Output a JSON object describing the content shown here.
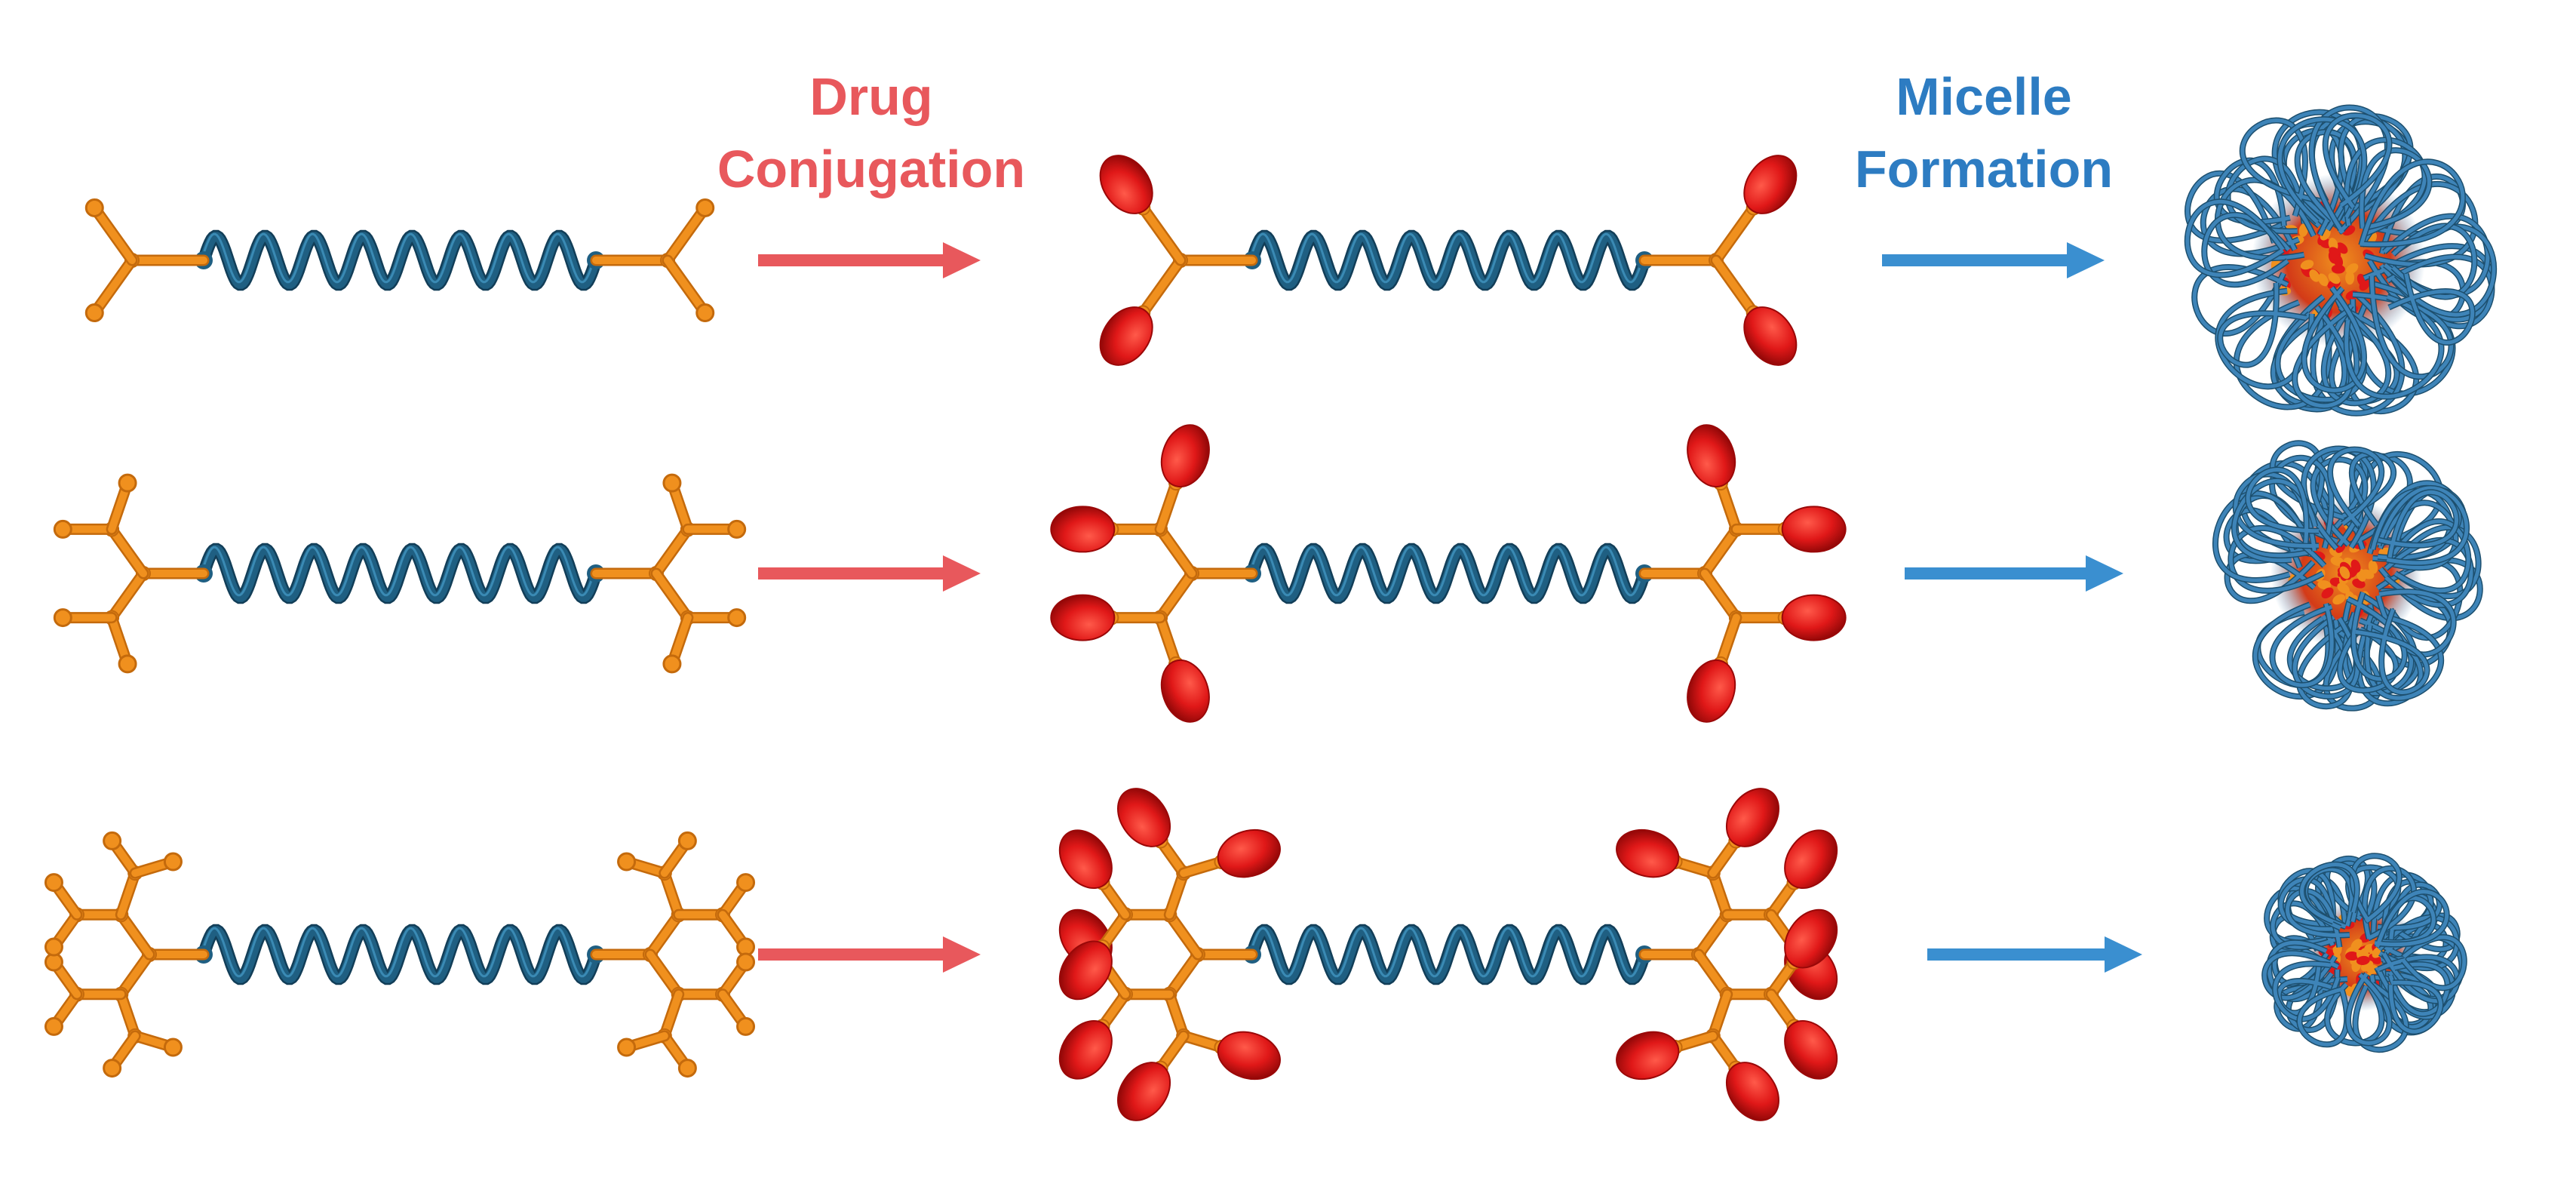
{
  "labels": {
    "drug_conjugation": {
      "line1": "Drug",
      "line2": "Conjugation",
      "color": "#e8585c"
    },
    "micelle_formation": {
      "line1": "Micelle",
      "line2": "Formation",
      "color": "#2d7cc2"
    }
  },
  "colors": {
    "dendron": "#f0901e",
    "dendron_dark": "#c46a0c",
    "polymer": "#1f5f82",
    "polymer_light": "#3a8ab4",
    "drug": "#e01818",
    "drug_dark": "#9a0808",
    "drug_arrow": "#e8585c",
    "micelle_arrow": "#3a8fd0",
    "micelle_strand": "#3e84b8"
  },
  "rows": [
    {
      "generation": 1,
      "drug_count": 4
    },
    {
      "generation": 2,
      "drug_count": 8
    },
    {
      "generation": 3,
      "drug_count": 16
    }
  ]
}
